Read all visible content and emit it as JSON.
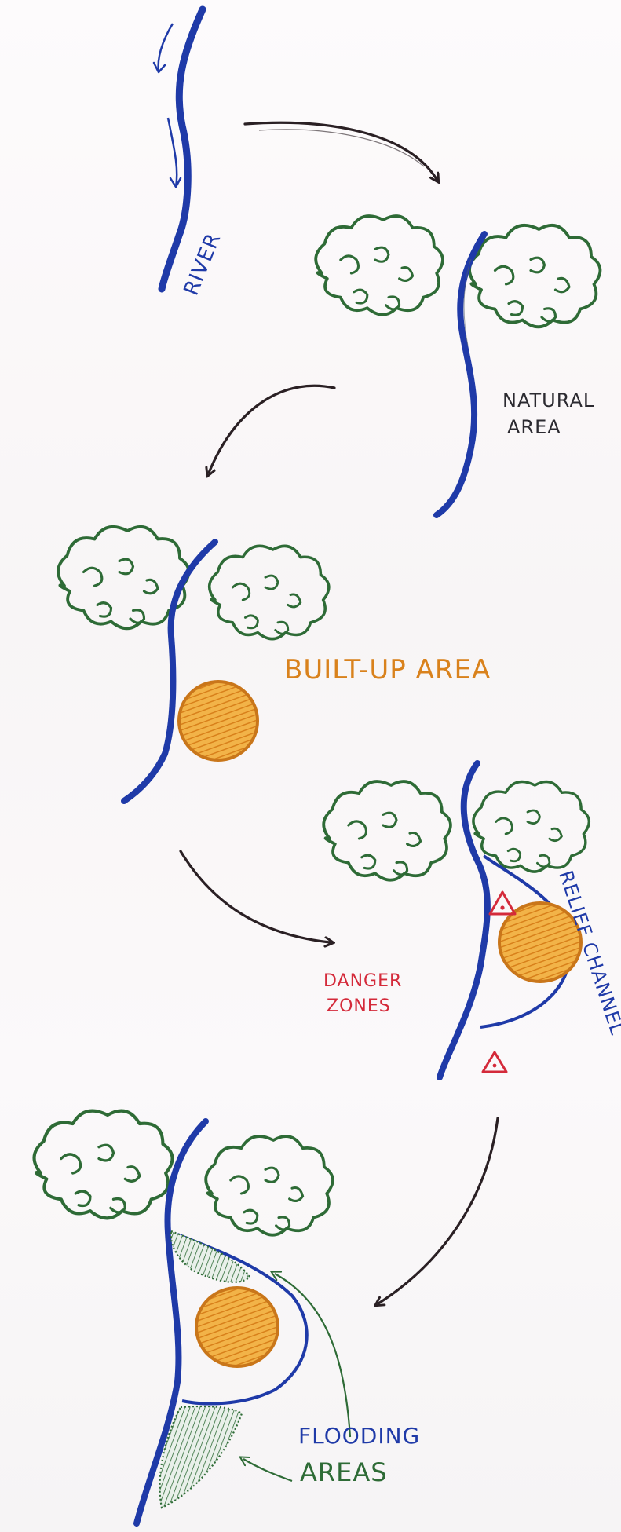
{
  "labels": {
    "river": "RIVER",
    "natural_area_line1": "NATURAL",
    "natural_area_line2": "AREA",
    "built_up_area": "BUILT-UP AREA",
    "danger_zones_line1": "DANGER",
    "danger_zones_line2": "ZONES",
    "relief_channel": "RELIEF CHANNEL",
    "flooding_areas_line1": "FLOODING",
    "flooding_areas_line2": "AREAS"
  },
  "colors": {
    "river": "#1f3aa8",
    "arrow": "#2a2024",
    "forest": "#2e6b36",
    "built_up_fill": "#e0951f",
    "built_up_stroke": "#c9761a",
    "built_up_label": "#d9821c",
    "danger": "#d42a3a",
    "flood": "#2e6b36",
    "label_dark": "#2b2a30",
    "relief_label": "#1f3aa8",
    "flooding_label": "#1f3aa8"
  },
  "icons": [
    "warning-triangle-icon"
  ]
}
